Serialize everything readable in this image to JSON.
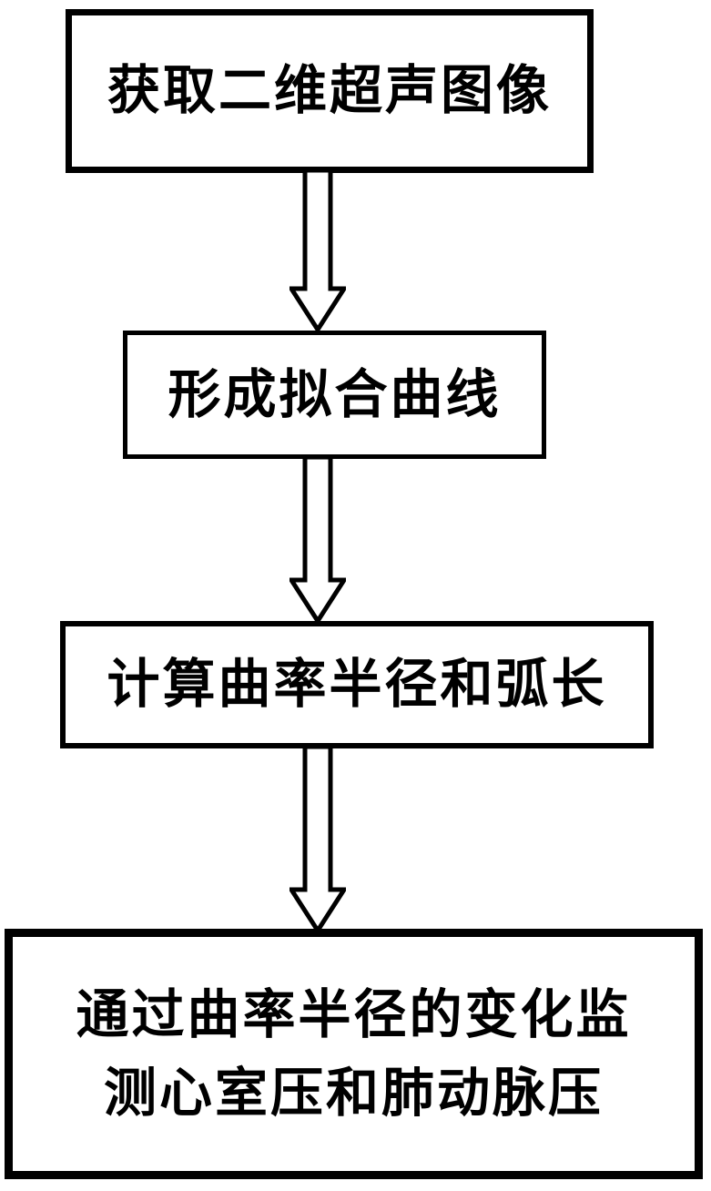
{
  "flowchart": {
    "background_color": "#ffffff",
    "line_color": "#000000",
    "text_color": "#000000",
    "direction": "top-down",
    "steps": [
      {
        "lines": [
          "获取二维超声图像"
        ]
      },
      {
        "lines": [
          "形成拟合曲线"
        ]
      },
      {
        "lines": [
          "计算曲率半径和弧长"
        ]
      },
      {
        "lines": [
          "通过曲率半径的变化监",
          "测心室压和肺动脉压"
        ]
      }
    ],
    "connectors": [
      {
        "from_step": 1,
        "to_step": 2,
        "style": "hollow-down-arrow"
      },
      {
        "from_step": 2,
        "to_step": 3,
        "style": "hollow-down-arrow"
      },
      {
        "from_step": 3,
        "to_step": 4,
        "style": "hollow-down-arrow"
      }
    ]
  }
}
